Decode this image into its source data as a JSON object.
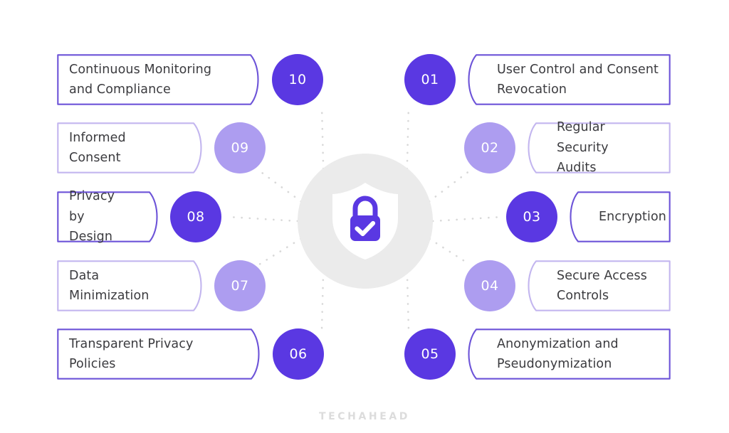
{
  "theme": {
    "background": "#ffffff",
    "accent_dark": "#5a38e2",
    "accent_light": "#ad9df0",
    "border_dark": "#6d54d8",
    "border_light": "#c3b6ef",
    "hub_circle": "#ebebeb",
    "text": "#3b3b3f",
    "connector": "#d8d8d8",
    "brand_color": "#dcdcdc"
  },
  "center": {
    "icon": "shield-lock-check-icon",
    "shield_color": "#ffffff",
    "lock_color": "#5a38e2",
    "check_color": "#ffffff"
  },
  "items": [
    {
      "number": "10",
      "label": "Continuous Monitoring\nand Compliance",
      "side": "left",
      "tone": "dark"
    },
    {
      "number": "09",
      "label": "Informed Consent",
      "side": "left",
      "tone": "light"
    },
    {
      "number": "08",
      "label": "Privacy by\nDesign",
      "side": "left",
      "tone": "dark"
    },
    {
      "number": "07",
      "label": "Data Minimization",
      "side": "left",
      "tone": "light"
    },
    {
      "number": "06",
      "label": "Transparent Privacy\nPolicies",
      "side": "left",
      "tone": "dark"
    },
    {
      "number": "01",
      "label": "User Control and Consent\nRevocation",
      "side": "right",
      "tone": "dark"
    },
    {
      "number": "02",
      "label": "Regular Security\nAudits",
      "side": "right",
      "tone": "light"
    },
    {
      "number": "03",
      "label": "Encryption",
      "side": "right",
      "tone": "dark"
    },
    {
      "number": "04",
      "label": "Secure Access\nControls",
      "side": "right",
      "tone": "light"
    },
    {
      "number": "05",
      "label": "Anonymization and\nPseudonymization",
      "side": "right",
      "tone": "dark"
    }
  ],
  "footer": {
    "brand": "TECHAHEAD"
  }
}
